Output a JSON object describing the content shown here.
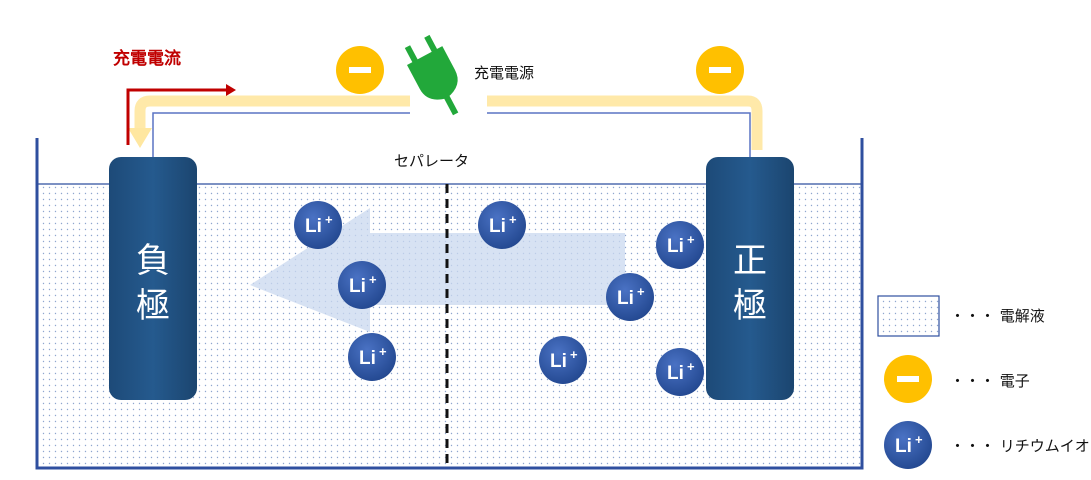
{
  "title": "充電電流",
  "power_source_label": "充電電源",
  "separator_label": "セパレータ",
  "negative_electrode": [
    "負",
    "極"
  ],
  "positive_electrode": [
    "正",
    "極"
  ],
  "ion_label": "Li",
  "ion_charge": "+",
  "legend": {
    "electrolyte": "・・・ 電解液",
    "electron": "・・・ 電子",
    "lithium_ion": "・・・ リチウムイオン"
  },
  "colors": {
    "current_arrow": "#c00000",
    "electrode": "#1f4e79",
    "electron": "#ffc000",
    "ion": "#2f55a4",
    "plug": "#22a83a",
    "electron_flow": "#ffe7a0",
    "ion_flow": "#c9d8ef"
  }
}
